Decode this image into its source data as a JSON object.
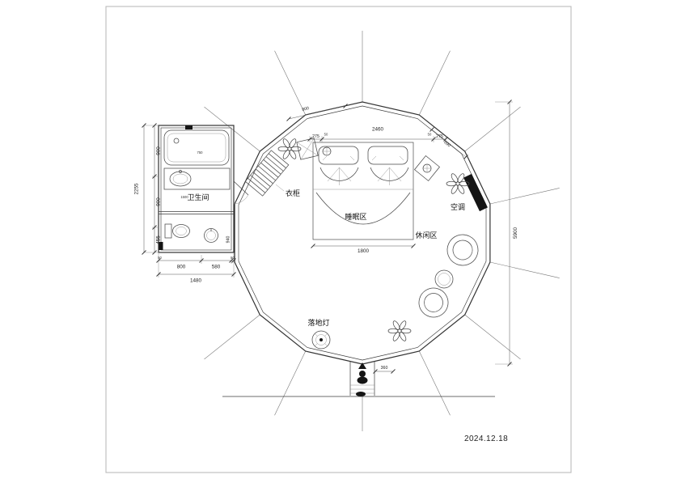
{
  "labels": {
    "bathroom": "卫生间",
    "wardrobe": "衣柜",
    "sleeping_area": "睡眠区",
    "leisure_area": "休闲区",
    "air_conditioner": "空调",
    "floor_lamp": "落地灯"
  },
  "dims": {
    "overall_height": "5900",
    "bath_height_total": "2255",
    "bath_h_seg1": "900",
    "bath_h_seg2": "900",
    "bath_h_seg3": "455",
    "bath_width_total": "1480",
    "bath_w_seg1": "800",
    "bath_w_seg2": "580",
    "bath_wall_left": "50",
    "bath_wall_right": "50",
    "top_edge": "800",
    "top_seg1": "275",
    "top_mid": "2460",
    "top_seg2": "275",
    "top_wall_a": "50",
    "top_wall_b": "50",
    "right_edge": "690",
    "bed_width": "1800",
    "side_niche": "940",
    "entrance_width": "360",
    "bath_inner_a": "750",
    "bath_inner_b": "1500"
  },
  "title_block": {
    "date": "2024.12.18"
  }
}
